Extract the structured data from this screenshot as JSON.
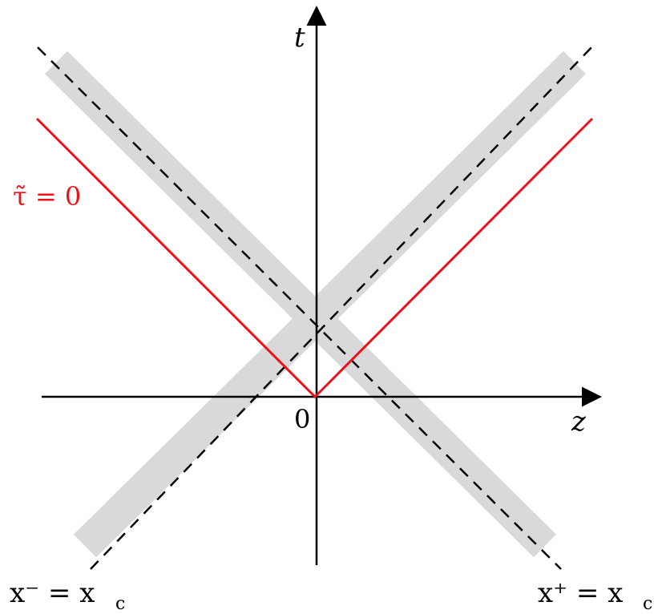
{
  "axes": {
    "t_label": "t",
    "z_label": "z",
    "origin_label": "0"
  },
  "lines": {
    "red_label": "τ̃ = 0",
    "minus_label": "x⁻ = x",
    "minus_subscript": "c",
    "plus_label": "x⁺ = x",
    "plus_subscript": "c"
  },
  "colors": {
    "band": "#d9d9d9",
    "red": "#e8141c",
    "axis": "#000000",
    "dashed": "#000000"
  }
}
